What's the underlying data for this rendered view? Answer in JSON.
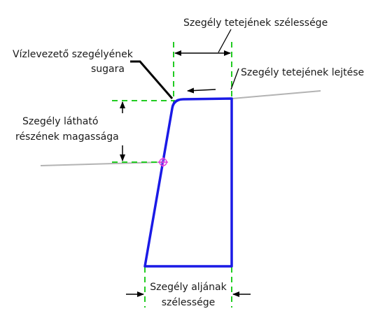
{
  "labels": {
    "top_width": "Szegély tetejének szélessége",
    "top_slope": "Szegély tetejének lejtése",
    "gutter_radius_line1": "Vízlevezető szegélyének",
    "gutter_radius_line2": "sugara",
    "visible_height_line1": "Szegély látható",
    "visible_height_line2": "részének magassága",
    "bottom_width_line1": "Szegély aljának",
    "bottom_width_line2": "szélessége"
  },
  "colors": {
    "curb_outline": "#1a1ae6",
    "dimension_guides": "#22cc22",
    "ground_line": "#b3b3b3",
    "marker": "#e040e0",
    "arrows": "#000000"
  }
}
